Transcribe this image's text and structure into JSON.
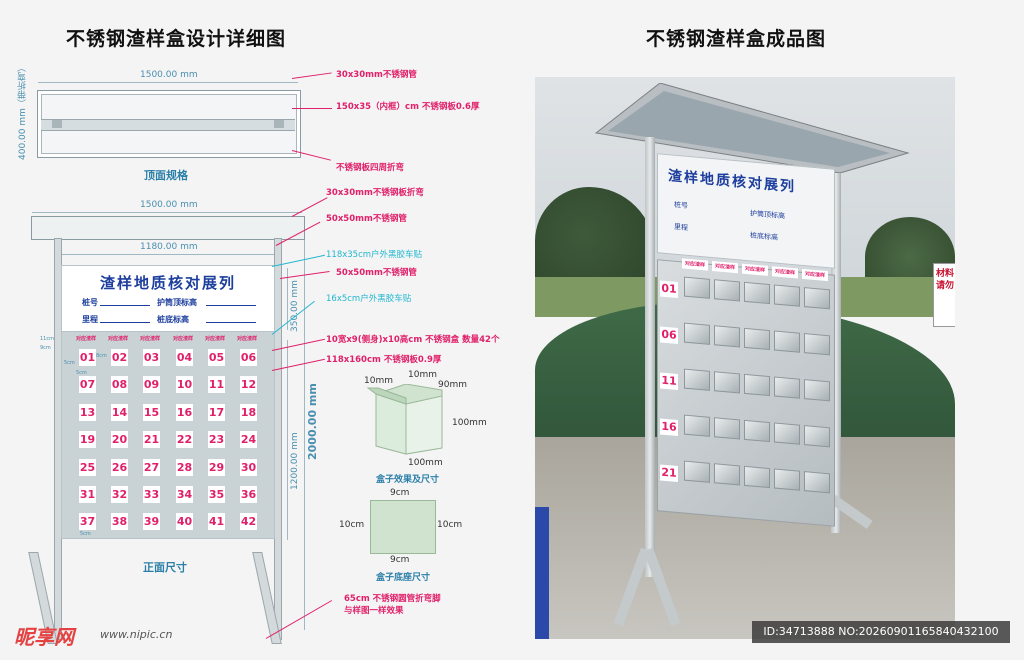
{
  "left_title": "不锈钢渣样盒设计详细图",
  "right_title": "不锈钢渣样盒成品图",
  "top_view": {
    "width_dim": "1500.00 mm",
    "height_dim": "400.00 mm（带折弯）",
    "caption": "顶面规格"
  },
  "front_view": {
    "width_dim": "1500.00 mm",
    "inner_width_dim": "1180.00 mm",
    "height_350": "350.00 mm",
    "height_1200": "1200.00 mm",
    "height_2000": "2000.00 mm",
    "caption": "正面尺寸",
    "sign_title": "渣样地质核对展列",
    "pile_label": "桩号",
    "pile_top_label": "护筒顶标高",
    "mileage_label": "里程",
    "pile_bottom_label": "桩底标高",
    "box_label": "对应渣样",
    "small_dims": [
      "11cm",
      "9cm",
      "5cm",
      "8cm",
      "5cm",
      "5cm"
    ],
    "numbers": [
      "01",
      "02",
      "03",
      "04",
      "05",
      "06",
      "07",
      "08",
      "09",
      "10",
      "11",
      "12",
      "13",
      "14",
      "15",
      "16",
      "17",
      "18",
      "19",
      "20",
      "21",
      "22",
      "23",
      "24",
      "25",
      "26",
      "27",
      "28",
      "29",
      "30",
      "31",
      "32",
      "33",
      "34",
      "35",
      "36",
      "37",
      "38",
      "39",
      "40",
      "41",
      "42"
    ]
  },
  "annotations": [
    "30x30mm不锈钢管",
    "150x35（内框）cm 不锈钢板0.6厚",
    "不锈钢板四周折弯",
    "30x30mm不锈钢板折弯",
    "50x50mm不锈钢管",
    "118x35cm户外黑胶车贴",
    "50x50mm不锈钢管",
    "16x5cm户外黑胶车贴",
    "10宽x9(侧身)x10高cm 不锈钢盒 数量42个",
    "118x160cm 不锈钢板0.9厚",
    "65cm 不锈钢圆管折弯脚",
    "与样图一样效果"
  ],
  "box_detail": {
    "d1": "10mm",
    "d2": "10mm",
    "d3": "90mm",
    "d4": "100mm",
    "d5": "100mm",
    "caption": "盒子效果及尺寸"
  },
  "base_detail": {
    "top": "9cm",
    "left": "10cm",
    "right": "10cm",
    "bottom": "9cm",
    "caption": "盒子底座尺寸"
  },
  "photo": {
    "sign_title": "渣样地质核对展列",
    "row1": "桩号",
    "row1b": "护筒顶标高",
    "row2": "里程",
    "row2b": "桩底标高",
    "box_label": "对应渣样",
    "side_numbers": [
      "01",
      "06",
      "11",
      "16",
      "21"
    ],
    "side_sign": "材料 请勿"
  },
  "watermark": {
    "logo": "昵享网",
    "url": "www.nipic.cn",
    "id_text": "ID:34713888 NO:20260901165840432100"
  },
  "colors": {
    "accent": "#e0206a",
    "dim": "#4a8fb0",
    "cyan": "#22b7d0",
    "sign_blue": "#1d3e9e"
  }
}
